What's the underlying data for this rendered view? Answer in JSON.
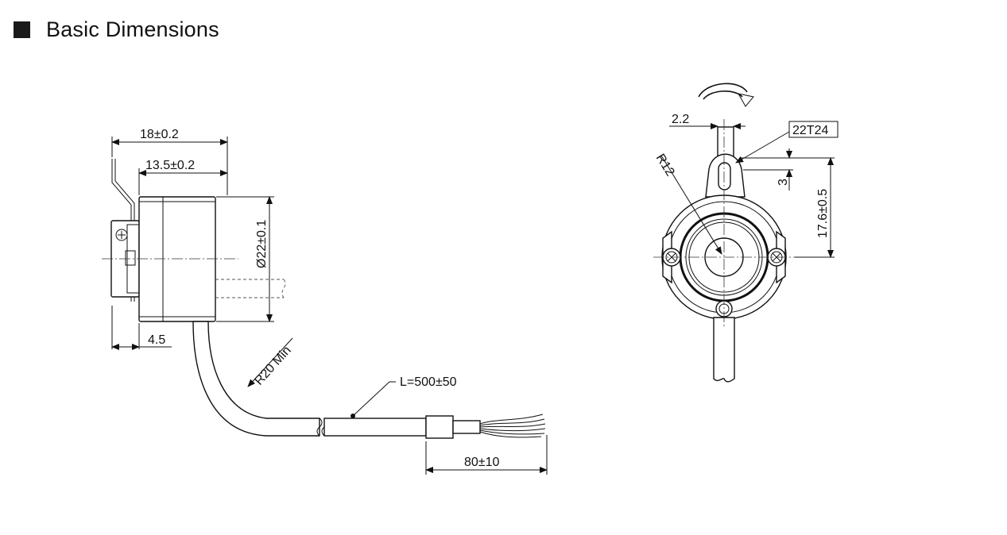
{
  "title": "Basic Dimensions",
  "side_view": {
    "dim_overall_length": "18±0.2",
    "dim_body_length": "13.5±0.2",
    "dim_diameter": "Ø22±0.1",
    "dim_flange": "4.5",
    "dim_bend_radius": "R20 Min",
    "dim_cable_length": "L=500±50",
    "dim_strip_length": "80±10"
  },
  "front_view": {
    "dim_slot_offset": "2.2",
    "dim_radius": "R12",
    "dim_tag": "22T24",
    "dim_slot_height": "3",
    "dim_height": "17.6±0.5"
  },
  "colors": {
    "line": "#111111",
    "background": "#ffffff"
  }
}
